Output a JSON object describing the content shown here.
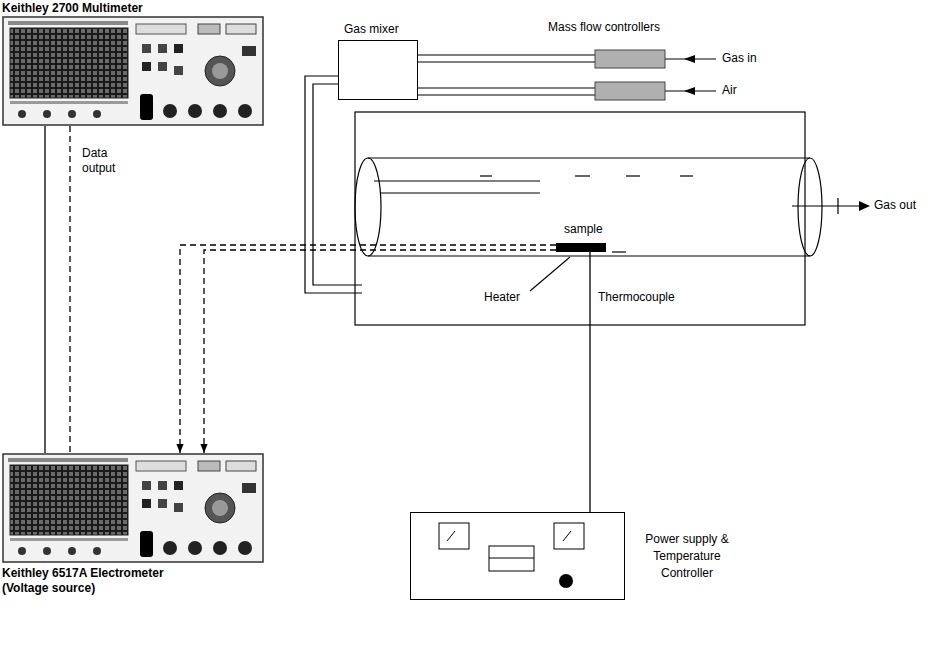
{
  "diagram": {
    "nodes": [
      {
        "text": [
          "Keithley 2700 Multimeter"
        ]
      },
      {
        "text": [
          "Keithley 6517A Electrometer (Voltage source)"
        ]
      },
      {
        "text": [
          "Gas mixer"
        ]
      },
      {
        "text": [
          "sample"
        ]
      },
      {
        "text": [
          "Power supply & Temperature Controller"
        ]
      }
    ],
    "edges": [
      {
        "from": 0,
        "to": 1,
        "arrow": "none",
        "label": "Data output"
      },
      {
        "from": 3,
        "to": 1,
        "arrow": "to"
      },
      {
        "from": 3,
        "to": 4,
        "arrow": "none"
      }
    ],
    "labels": [
      "Mass flow controllers",
      "Gas in",
      "Air",
      "Heater",
      "Thermocouple",
      "Gas out"
    ]
  }
}
